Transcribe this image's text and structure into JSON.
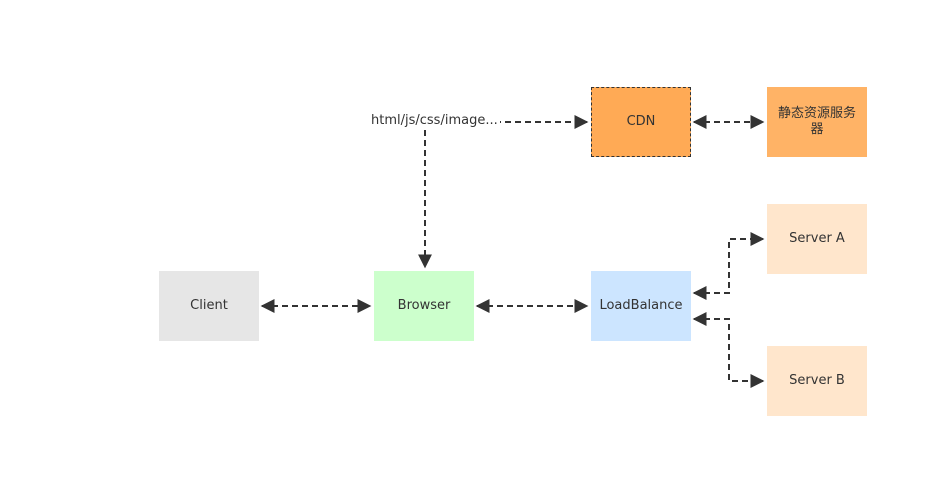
{
  "nodes": {
    "client": {
      "label": "Client",
      "fill": "#e6e6e6"
    },
    "browser": {
      "label": "Browser",
      "fill": "#ccffcc"
    },
    "cdn": {
      "label": "CDN",
      "fill": "#ffaa55",
      "border": "dashed"
    },
    "static_server": {
      "label": "静态资源服务器",
      "fill": "#ffb366"
    },
    "load_balance": {
      "label": "LoadBalance",
      "fill": "#cce5ff"
    },
    "server_a": {
      "label": "Server A",
      "fill": "#ffe6cc"
    },
    "server_b": {
      "label": "Server B",
      "fill": "#ffe6cc"
    }
  },
  "edges": {
    "assets_label": "html/js/css/image..."
  },
  "colors": {
    "line": "#333333"
  }
}
